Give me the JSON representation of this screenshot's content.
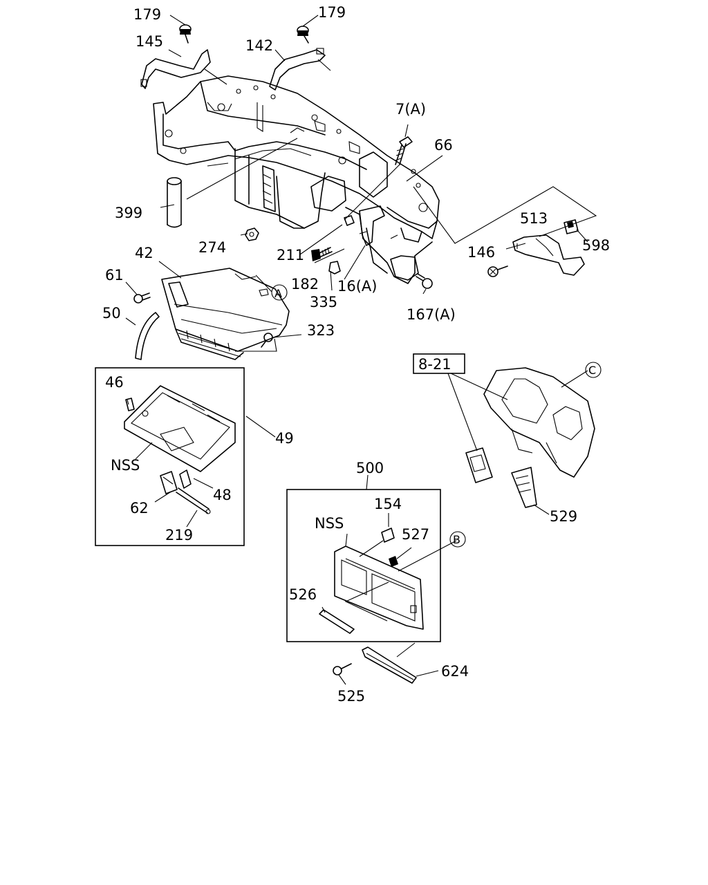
{
  "labels": {
    "p179a": "179",
    "p179b": "179",
    "p145": "145",
    "p142": "142",
    "p7a": "7(A)",
    "p66": "66",
    "p399": "399",
    "p274": "274",
    "p211": "211",
    "p513": "513",
    "p598": "598",
    "p146": "146",
    "p42": "42",
    "p61": "61",
    "circA": "A",
    "p182": "182",
    "p16a": "16(A)",
    "p335": "335",
    "p167a": "167(A)",
    "p50": "50",
    "p323": "323",
    "p46": "46",
    "p49": "49",
    "nss1": "NSS",
    "p48": "48",
    "p62": "62",
    "p219": "219",
    "p8_21": "8-21",
    "circC": "C",
    "p529": "529",
    "p500": "500",
    "p154": "154",
    "nss2": "NSS",
    "p527": "527",
    "circB": "B",
    "p526": "526",
    "p624": "624",
    "p525": "525"
  }
}
